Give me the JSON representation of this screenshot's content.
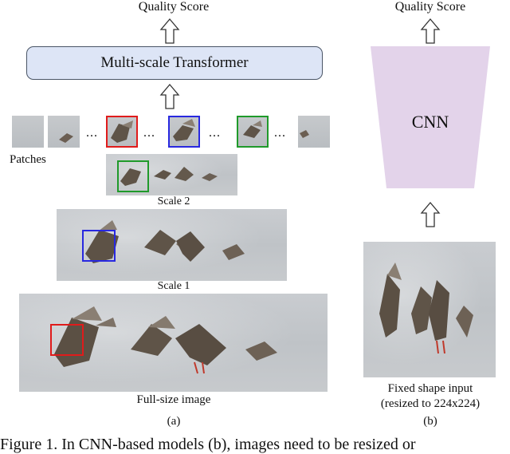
{
  "left_panel": {
    "output_label": "Quality Score",
    "transformer_label": "Multi-scale Transformer",
    "patches_label": "Patches",
    "scale2_label": "Scale 2",
    "scale1_label": "Scale 1",
    "fullsize_label": "Full-size image",
    "panel_label": "(a)",
    "ellipsis": "..."
  },
  "right_panel": {
    "output_label": "Quality Score",
    "cnn_label": "CNN",
    "input_label_line1": "Fixed shape input",
    "input_label_line2": "(resized to 224x224)",
    "panel_label": "(b)"
  },
  "caption": {
    "text": "Figure 1. In CNN-based models (b), images need to be resized or"
  },
  "colors": {
    "transformer_fill": "#dde5f6",
    "cnn_fill": "#e3d3ea",
    "red_box": "#e01b1b",
    "blue_box": "#2828e0",
    "green_box": "#1f9a2a"
  }
}
